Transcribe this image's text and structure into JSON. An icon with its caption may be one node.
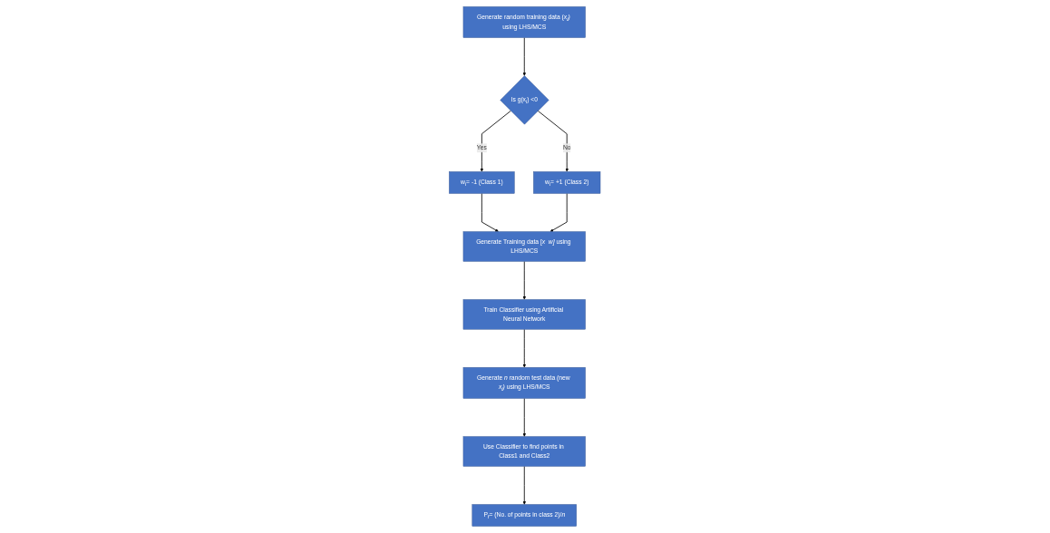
{
  "diagram": {
    "nodes": [
      {
        "text": [
          "Generate *n* random test data (new *x$_{i}$)* using LHS/MCS"
        ]
      },
      {
        "text": [
          "Use Classifier to find points in Class1 and Class2"
        ]
      },
      {
        "text": [
          "P$_{f}$= (No. of points in class 2)/*n*"
        ]
      },
      {
        "text": [
          "Generate random training data (*x$_{i}$)* using LHS/MCS"
        ]
      },
      {
        "text": [
          "Is g(x$_{i}$) <0"
        ]
      },
      {
        "text": [
          "w$_{i}$= -1 (Class 1)"
        ]
      },
      {
        "text": [
          "w$_{i}$= +1 (Class 2)"
        ]
      },
      {
        "text": [
          "Generate Training data [*x  w]* using LHS/MCS"
        ]
      },
      {
        "text": [
          "Train Classifier using Artificial Neural Network"
        ]
      }
    ],
    "edges": [
      {
        "from": 0,
        "to": 1,
        "arrow": "to"
      },
      {
        "from": 1,
        "to": 2,
        "arrow": "to"
      },
      {
        "from": 3,
        "to": 4,
        "arrow": "to"
      },
      {
        "from": 4,
        "to": 5,
        "arrow": "to",
        "label": "Yes"
      },
      {
        "from": 4,
        "to": 6,
        "arrow": "to",
        "label": "No"
      },
      {
        "from": 5,
        "to": 7,
        "arrow": "to"
      },
      {
        "from": 6,
        "to": 7,
        "arrow": "to"
      },
      {
        "from": 7,
        "to": 8,
        "arrow": "to"
      },
      {
        "from": 8,
        "to": 0,
        "arrow": "to"
      }
    ]
  }
}
